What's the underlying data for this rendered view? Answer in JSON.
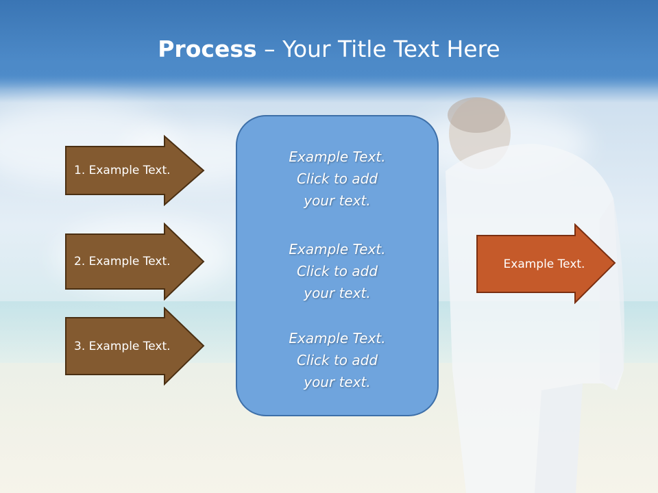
{
  "slide": {
    "title_bold": "Process",
    "title_rest": " – Your Title Text Here"
  },
  "left_arrows": [
    {
      "label": "1. Example Text."
    },
    {
      "label": "2. Example Text."
    },
    {
      "label": "3. Example Text."
    }
  ],
  "center_box": {
    "blocks": [
      {
        "line1": "Example Text.",
        "line2": "Click  to add",
        "line3": "your text."
      },
      {
        "line1": "Example Text.",
        "line2": "Click  to add",
        "line3": "your text."
      },
      {
        "line1": "Example Text.",
        "line2": "Click  to add",
        "line3": "your text."
      }
    ]
  },
  "right_arrow": {
    "label": "Example Text."
  },
  "colors": {
    "brown_arrow": "#835a30",
    "orange_arrow": "#c55a2a",
    "center_box": "#6fa4dd",
    "title_bar": "#3f7fc0"
  },
  "background": {
    "image": "beach-couple-photo"
  }
}
